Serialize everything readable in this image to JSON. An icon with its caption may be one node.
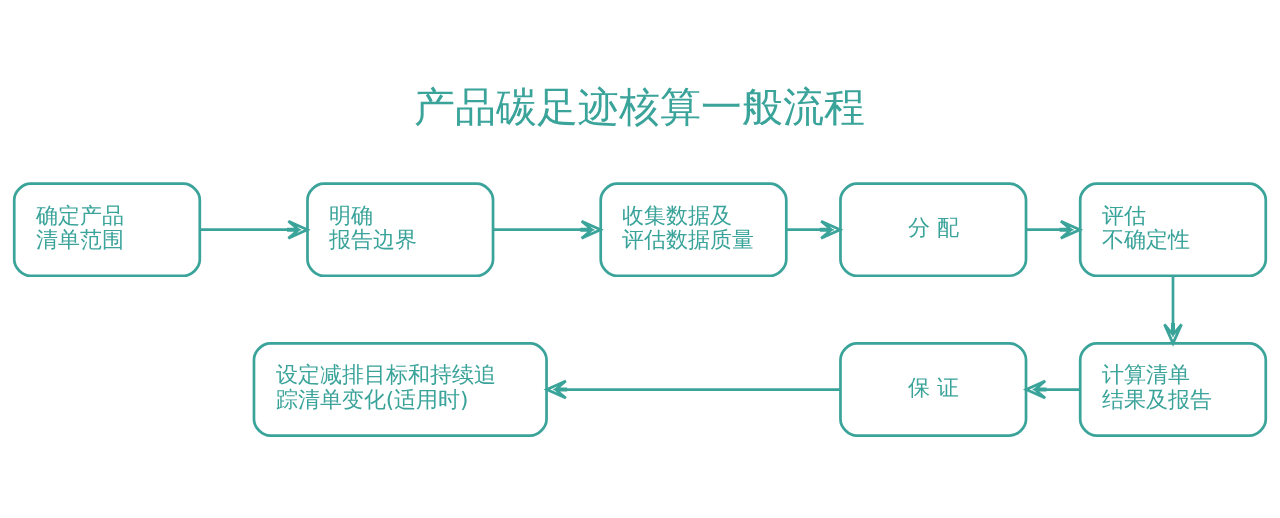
{
  "diagram": {
    "title": "产品碳足迹核算一般流程",
    "nodes": [
      {
        "text": [
          "确定产品清单范围"
        ]
      },
      {
        "text": [
          "明确报告边界"
        ]
      },
      {
        "text": [
          "收集数据及评估数据质量"
        ]
      },
      {
        "text": [
          "分 配"
        ]
      },
      {
        "text": [
          "评估不确定性"
        ]
      },
      {
        "text": [
          "计算清单结果及报告"
        ]
      },
      {
        "text": [
          "保 证"
        ]
      },
      {
        "text": [
          "设定减排目标和持续追踪清单变化(适用时)"
        ]
      }
    ],
    "edges": [
      {
        "from": 0,
        "to": 1,
        "arrow": "to"
      },
      {
        "from": 1,
        "to": 2,
        "arrow": "to"
      },
      {
        "from": 2,
        "to": 3,
        "arrow": "to"
      },
      {
        "from": 3,
        "to": 4,
        "arrow": "to"
      },
      {
        "from": 4,
        "to": 5,
        "arrow": "to"
      },
      {
        "from": 5,
        "to": 6,
        "arrow": "to"
      },
      {
        "from": 6,
        "to": 7,
        "arrow": "to"
      }
    ]
  }
}
